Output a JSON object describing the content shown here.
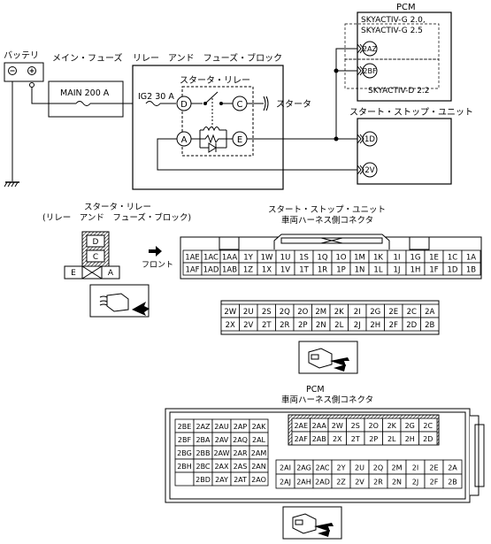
{
  "labels": {
    "battery": "バッテリ",
    "main_fuse": "メイン・フューズ",
    "main_fuse_value": "MAIN 200 A",
    "relay_fuse_block": "リレー　アンド　フューズ・ブロック",
    "ig2_fuse": "IG2 30 A",
    "starter_relay": "スタータ・リレー",
    "starter": "スタータ",
    "pcm": "PCM",
    "engine_g20": "SKYACTIV-G 2.0,",
    "engine_g25": "SKYACTIV-G 2.5",
    "engine_d22": "SKYACTIV-D 2.2",
    "ss_unit": "スタート・ストップ・ユニット",
    "relay_terms": [
      "D",
      "C",
      "A",
      "E"
    ],
    "pcm_terms": [
      "2AZ",
      "2BF"
    ],
    "ss_terms": [
      "1D",
      "2V"
    ]
  },
  "relay_view": {
    "title1": "スタータ・リレー",
    "title2": "(リレー　アンド　フューズ・ブロック)",
    "pins": [
      "D",
      "C",
      "E",
      "A"
    ]
  },
  "ss_connector": {
    "title1": "スタート・ストップ・ユニット",
    "title2": "車両ハーネス側コネクタ",
    "front_label": "フロント",
    "row1": [
      "1AE",
      "1AC",
      "1AA",
      "1Y",
      "1W",
      "1U",
      "1S",
      "1Q",
      "1O",
      "1M",
      "1K",
      "1I",
      "1G",
      "1E",
      "1C",
      "1A"
    ],
    "row2": [
      "1AF",
      "1AD",
      "1AB",
      "1Z",
      "1X",
      "1V",
      "1T",
      "1R",
      "1P",
      "1N",
      "1L",
      "1J",
      "1H",
      "1F",
      "1D",
      "1B"
    ],
    "row3": [
      "2W",
      "2U",
      "2S",
      "2Q",
      "2O",
      "2M",
      "2K",
      "2I",
      "2G",
      "2E",
      "2C",
      "2A"
    ],
    "row4": [
      "2X",
      "2V",
      "2T",
      "2R",
      "2P",
      "2N",
      "2L",
      "2J",
      "2H",
      "2F",
      "2D",
      "2B"
    ]
  },
  "pcm_connector": {
    "title1": "PCM",
    "title2": "車両ハーネス側コネクタ",
    "left": [
      [
        "2BE",
        "2AZ",
        "2AU",
        "2AP",
        "2AK"
      ],
      [
        "2BF",
        "2BA",
        "2AV",
        "2AQ",
        "2AL"
      ],
      [
        "2BG",
        "2BB",
        "2AW",
        "2AR",
        "2AM"
      ],
      [
        "2BH",
        "2BC",
        "2AX",
        "2AS",
        "2AN"
      ],
      [
        "",
        "2BD",
        "2AY",
        "2AT",
        "2AO"
      ]
    ],
    "upper_right": [
      [
        "2AE",
        "2AA",
        "2W",
        "2S",
        "2O",
        "2K",
        "2G",
        "2C"
      ],
      [
        "2AF",
        "2AB",
        "2X",
        "2T",
        "2P",
        "2L",
        "2H",
        "2D"
      ]
    ],
    "lower_right": [
      [
        "2AI",
        "2AG",
        "2AC",
        "2Y",
        "2U",
        "2Q",
        "2M",
        "2I",
        "2E",
        "2A"
      ],
      [
        "2AJ",
        "2AH",
        "2AD",
        "2Z",
        "2V",
        "2R",
        "2N",
        "2J",
        "2F",
        "2B"
      ]
    ]
  }
}
